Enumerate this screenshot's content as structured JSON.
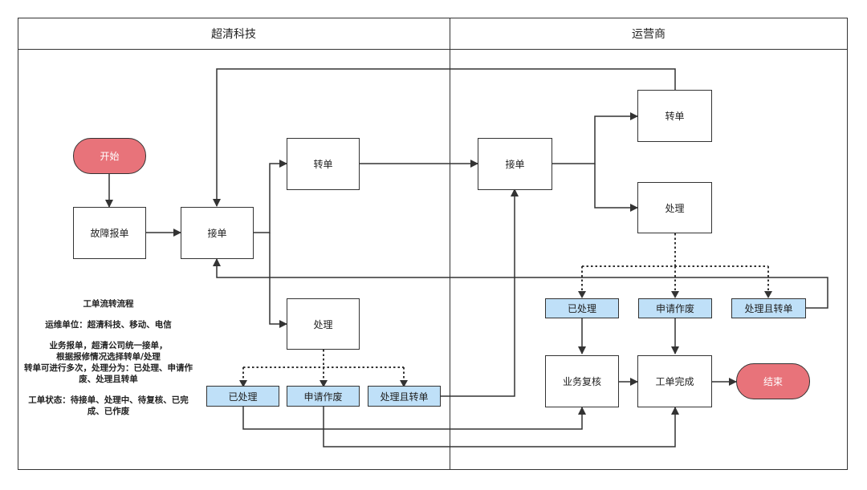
{
  "lanes": {
    "left": "超清科技",
    "right": "运营商"
  },
  "nodes": {
    "start": "开始",
    "report": "故障报单",
    "accept_left": "接单",
    "transfer_left": "转单",
    "process_left": "处理",
    "done_left": "已处理",
    "void_left": "申请作废",
    "process_transfer_left": "处理且转单",
    "accept_right": "接单",
    "transfer_right": "转单",
    "process_right": "处理",
    "done_right": "已处理",
    "void_right": "申请作废",
    "process_transfer_right": "处理且转单",
    "review": "业务复核",
    "complete": "工单完成",
    "end": "结束"
  },
  "notes": {
    "title": "工单流转流程",
    "units": "运维单位：超清科技、移动、电信",
    "desc": "业务报单，超清公司统一接单，\n根据报修情况选择转单/处理\n转单可进行多次，处理分为：已处理、申请作废、处理且转单",
    "states": "工单状态：待接单、处理中、待复核、已完成、已作废"
  },
  "colors": {
    "terminal": "#e8737a",
    "status": "#bfe0f8",
    "line": "#333333"
  }
}
